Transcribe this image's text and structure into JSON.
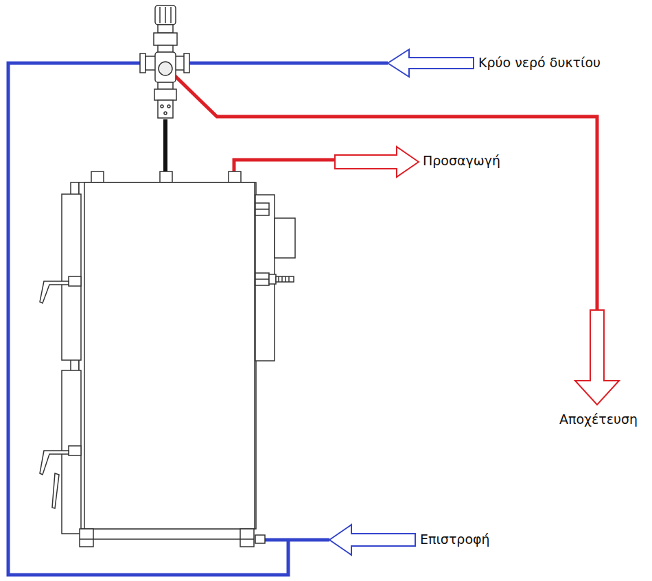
{
  "diagram": {
    "labels": [
      "Κρύο νερό δυκτίου",
      "Προσαγωγή",
      "Αποχέτευση",
      "Επιστροφή"
    ]
  }
}
